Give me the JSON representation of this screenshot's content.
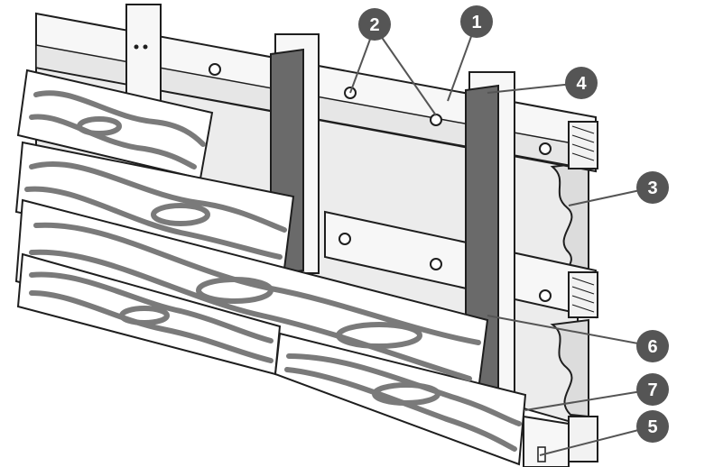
{
  "colors": {
    "outline": "#1e1e1e",
    "wall": "#ececec",
    "beam": "#f7f7f7",
    "membrane": "#6a6a6a",
    "callout": "#555555",
    "wood_grain": "#7a7a7a"
  },
  "callouts": [
    {
      "id": "c1",
      "label": "1"
    },
    {
      "id": "c2",
      "label": "2"
    },
    {
      "id": "c3",
      "label": "3"
    },
    {
      "id": "c4",
      "label": "4"
    },
    {
      "id": "c5",
      "label": "5"
    },
    {
      "id": "c6",
      "label": "6"
    },
    {
      "id": "c7",
      "label": "7"
    }
  ]
}
